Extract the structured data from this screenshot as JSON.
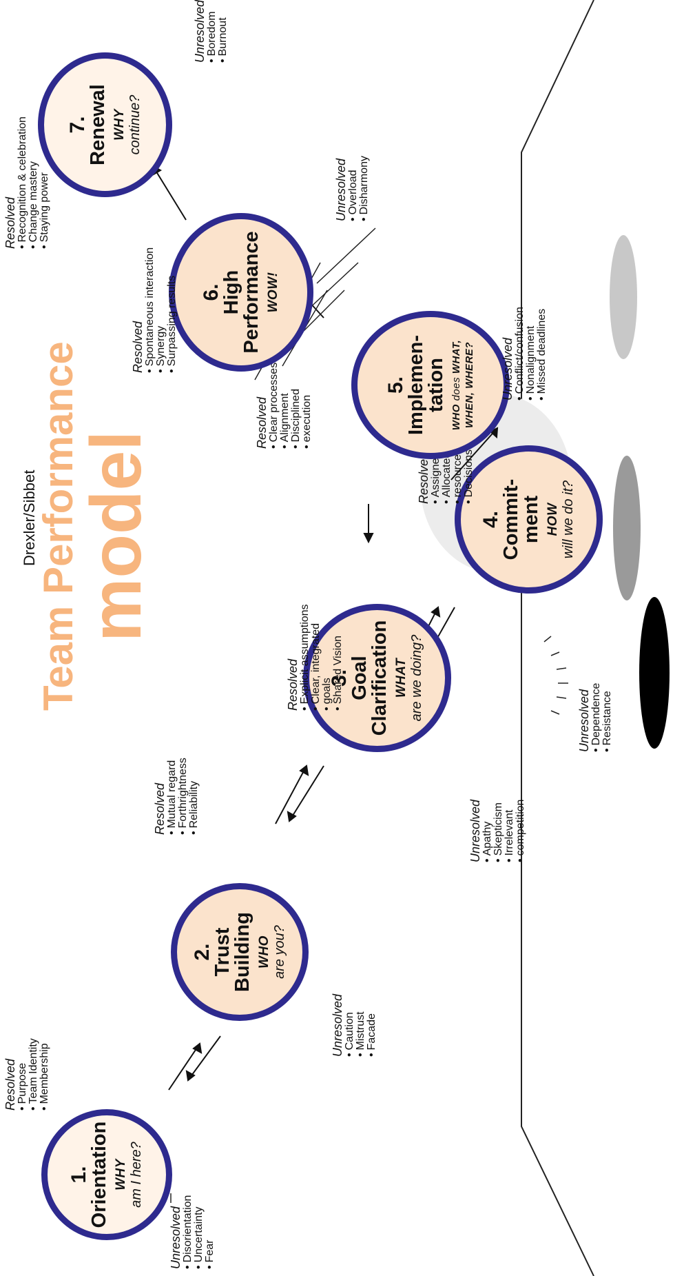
{
  "header": {
    "authors": "Drexler/Sibbet",
    "title": "Team Performance",
    "title_model": "model",
    "accent_color": "#f7b57e"
  },
  "stages": [
    {
      "num": "1.",
      "name": [
        "Orientation"
      ],
      "q1": "WHY",
      "q2": "am I here?",
      "resolved_heading": "Resolved",
      "resolved": [
        "Purpose",
        "Team Identity",
        "Membership"
      ],
      "unresolved_heading": "Unresolved",
      "unresolved": [
        "Disorientation",
        "Uncertainty",
        "Fear"
      ]
    },
    {
      "num": "2.",
      "name": [
        "Trust",
        "Building"
      ],
      "q1": "WHO",
      "q2": "are you?",
      "resolved_heading": "Resolved",
      "resolved": [
        "Mutual regard",
        "Forthrightness",
        "Reliability"
      ],
      "unresolved_heading": "Unresolved",
      "unresolved": [
        "Caution",
        "Mistrust",
        "Facade"
      ]
    },
    {
      "num": "3.",
      "name": [
        "Goal",
        "Clarification"
      ],
      "q1": "WHAT",
      "q2": "are we doing?",
      "resolved_heading": "Resolved",
      "resolved": [
        "Explicit assumptions",
        "Clear, integrated",
        "goals",
        "Shared Vision"
      ],
      "unresolved_heading": "Unresolved",
      "unresolved": [
        "Apathy",
        "Skepticism",
        "Irrelevant",
        "competition"
      ]
    },
    {
      "num": "4.",
      "name": [
        "Commit-",
        "ment"
      ],
      "q1": "HOW",
      "q2": "will we do it?",
      "resolved_heading": "Resolved",
      "resolved": [
        "Assigned roles",
        "Allocated",
        "resources",
        "Decisions made"
      ],
      "unresolved_heading": "Unresolved",
      "unresolved": [
        "Dependence",
        "Resistance"
      ]
    },
    {
      "num": "5.",
      "name": [
        "Implemen-",
        "tation"
      ],
      "q1a": "WHO",
      "q1b": "does",
      "q1c": "WHAT,",
      "q2": "WHEN, WHERE?",
      "resolved_heading": "Resolved",
      "resolved": [
        "Clear processes",
        "Alignment",
        "Disciplined",
        "execution"
      ],
      "unresolved_heading": "Unresolved",
      "unresolved": [
        "Conflict/confusion",
        "Nonalignment",
        "Missed deadlines"
      ]
    },
    {
      "num": "6.",
      "name": [
        "High",
        "Performance"
      ],
      "q1": "WOW!",
      "resolved_heading": "Resolved",
      "resolved": [
        "Spontaneous interaction",
        "Synergy",
        "Surpassing results"
      ],
      "unresolved_heading": "Unresolved",
      "unresolved": [
        "Overload",
        "Disharmony"
      ]
    },
    {
      "num": "7.",
      "name": [
        "Renewal"
      ],
      "q1": "WHY",
      "q2": "continue?",
      "resolved_heading": "Resolved",
      "resolved": [
        "Recognition & celebration",
        "Change mastery",
        "Staying power"
      ],
      "unresolved_heading": "Unresolved",
      "unresolved": [
        "Boredom",
        "Burnout"
      ]
    }
  ],
  "colors": {
    "circle_fill": "#fbe3cc",
    "circle_border": "#2e2a8e",
    "title": "#f7b57e"
  }
}
